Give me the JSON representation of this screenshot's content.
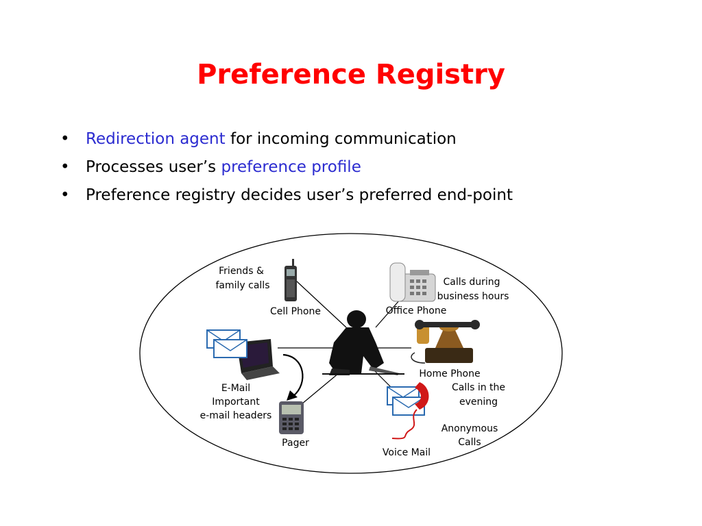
{
  "title": "Preference Registry",
  "bullets": [
    {
      "bullet": "•",
      "highlight": "Redirection agent",
      "text": " for incoming communication"
    },
    {
      "bullet": "•",
      "prefix": "Processes user’s ",
      "highlight": "preference profile"
    },
    {
      "bullet": "•",
      "text": "Preference registry decides user’s preferred end-point"
    }
  ],
  "colors": {
    "title": "#ff0000",
    "highlight": "#2b2bd0"
  },
  "diagram": {
    "labels": {
      "friends_calls_1": "Friends &",
      "friends_calls_2": "family calls",
      "cell_phone": "Cell Phone",
      "office_phone": "Office Phone",
      "business_hours_1": "Calls during",
      "business_hours_2": "business hours",
      "home_phone": "Home Phone",
      "evening_1": "Calls in the",
      "evening_2": "evening",
      "email": "E-Mail",
      "important_1": "Important",
      "important_2": "e-mail headers",
      "pager": "Pager",
      "voice_mail": "Voice Mail",
      "anonymous_1": "Anonymous",
      "anonymous_2": "Calls"
    },
    "icons": [
      "cell-phone-icon",
      "office-phone-icon",
      "home-phone-icon",
      "email-laptop-icon",
      "pager-icon",
      "voice-mail-icon",
      "person-on-phone-icon"
    ]
  }
}
